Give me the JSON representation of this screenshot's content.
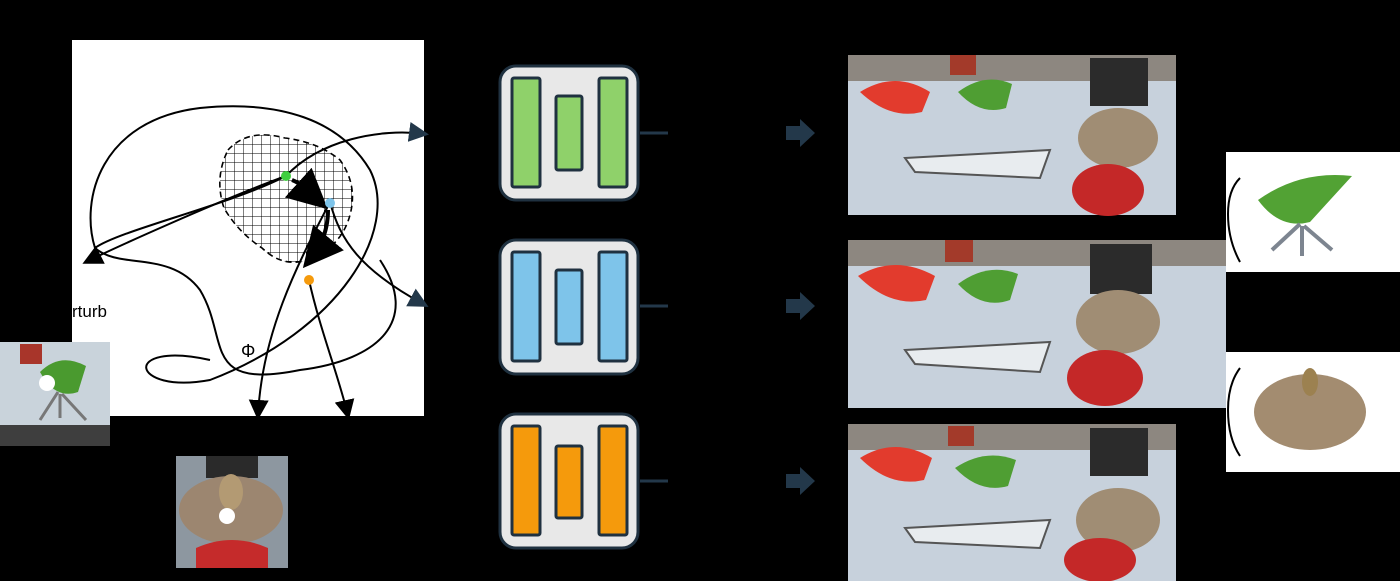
{
  "labels": {
    "perturb": "rturb",
    "phi": "Φ"
  },
  "colors": {
    "background": "#000000",
    "panel": "#ffffff",
    "network_bg": "#e8e8e8",
    "network_border": "#1f3140",
    "green": "#8fd16a",
    "green_point": "#3fcf3f",
    "blue": "#7ec4ea",
    "blue_point": "#7ec4ea",
    "orange": "#f59a0c",
    "orange_point": "#f59a0c",
    "arrow_dark": "#23384a"
  },
  "networks": [
    {
      "name": "green-network",
      "color": "green"
    },
    {
      "name": "blue-network",
      "color": "blue"
    },
    {
      "name": "orange-network",
      "color": "orange"
    }
  ],
  "icons": {
    "output_arrow": "arrow-right-icon",
    "thumbnail_dot": "white-dot-marker",
    "selection_brace": "curly-brace-icon"
  }
}
